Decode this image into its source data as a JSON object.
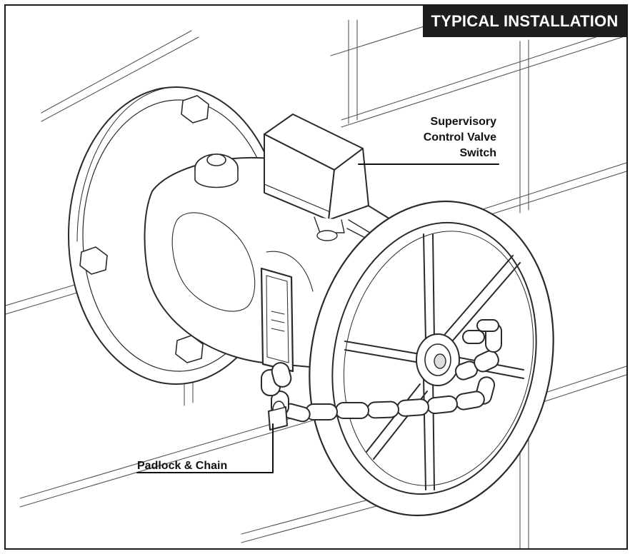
{
  "title": "TYPICAL INSTALLATION",
  "callouts": {
    "switch": {
      "lines": [
        "Supervisory",
        "Control Valve",
        "Switch"
      ]
    },
    "padlock": {
      "label": "Padlock & Chain"
    }
  },
  "colors": {
    "title_background": "#1e1e1e",
    "title_text": "#ffffff",
    "line_art": "#2a2a2a"
  }
}
